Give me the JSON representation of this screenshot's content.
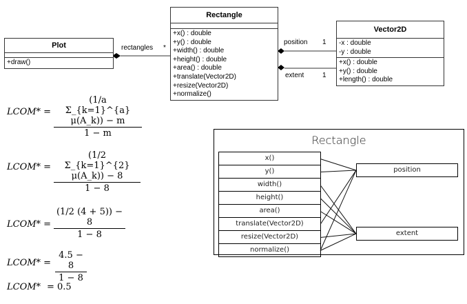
{
  "uml": {
    "plot": {
      "name": "Plot",
      "attributes": [],
      "operations": [
        "+draw()"
      ]
    },
    "rectangle": {
      "name": "Rectangle",
      "attributes": [],
      "operations": [
        "+x() : double",
        "+y() : double",
        "+width() : double",
        "+height() : double",
        "+area() : double",
        "+translate(Vector2D)",
        "+resize(Vector2D)",
        "+normalize()"
      ]
    },
    "vector2d": {
      "name": "Vector2D",
      "attributes": [
        "-x : double",
        "-y : double"
      ],
      "operations": [
        "+x() : double",
        "+y() : double",
        "+length() : double"
      ]
    },
    "associations": [
      {
        "from": "Plot",
        "to": "Rectangle",
        "role": "rectangles",
        "multiplicity": "*",
        "type": "composition"
      },
      {
        "from": "Rectangle",
        "to": "Vector2D",
        "role": "position",
        "multiplicity": "1",
        "type": "composition"
      },
      {
        "from": "Rectangle",
        "to": "Vector2D",
        "role": "extent",
        "multiplicity": "1",
        "type": "composition"
      }
    ]
  },
  "formulas": {
    "lhs": "LCOM* =",
    "f1": {
      "num": "(1/a Σ_{k=1}^{a} μ(A_k)) − m",
      "den": "1 − m"
    },
    "f2": {
      "num": "(1/2 Σ_{k=1}^{2} μ(A_k)) − 8",
      "den": "1 − 8"
    },
    "f3": {
      "num": "(1/2 (4 + 5)) − 8",
      "den": "1 − 8"
    },
    "f4": {
      "num": "4.5 − 8",
      "den": "1 − 8"
    },
    "f5": {
      "result": "= 0.5"
    }
  },
  "cohesion": {
    "title": "Rectangle",
    "methods": [
      "x()",
      "y()",
      "width()",
      "height()",
      "area()",
      "translate(Vector2D)",
      "resize(Vector2D)",
      "normalize()"
    ],
    "fields": [
      "position",
      "extent"
    ],
    "links": [
      [
        "x()",
        "position"
      ],
      [
        "y()",
        "position"
      ],
      [
        "width()",
        "extent"
      ],
      [
        "height()",
        "extent"
      ],
      [
        "area()",
        "extent"
      ],
      [
        "translate(Vector2D)",
        "position"
      ],
      [
        "resize(Vector2D)",
        "extent"
      ],
      [
        "normalize()",
        "position"
      ],
      [
        "normalize()",
        "extent"
      ]
    ]
  }
}
